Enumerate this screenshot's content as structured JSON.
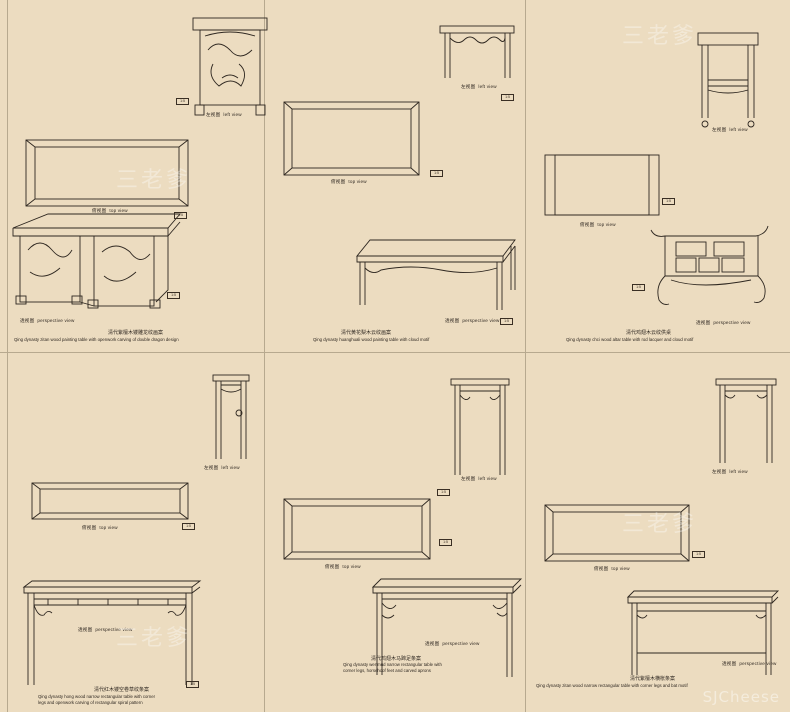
{
  "watermark": "三老爹",
  "brand": "SJCheese",
  "panels": [
    {
      "left_view_cn": "左视图",
      "left_view_en": "left view",
      "top_view_cn": "俯视图",
      "top_view_en": "top view",
      "persp_cn": "透视图",
      "persp_en": "perspective view",
      "caption_cn": "清代紫檀木镂雕龙纹画案",
      "caption_en": "Qing dynasty zitan wood painting table with openwork carving of double dragon design"
    },
    {
      "left_view_cn": "左视图",
      "left_view_en": "left view",
      "top_view_cn": "俯视图",
      "top_view_en": "top view",
      "persp_cn": "透视图",
      "persp_en": "perspective view",
      "caption_cn": "清代黄花梨木云纹画案",
      "caption_en": "Qing dynasty huanghuali wood painting table with cloud motif"
    },
    {
      "left_view_cn": "左视图",
      "left_view_en": "left view",
      "top_view_cn": "俯视图",
      "top_view_en": "top view",
      "persp_cn": "透视图",
      "persp_en": "perspective view",
      "caption_cn": "清代鸡翅木云纹供桌",
      "caption_en": "Qing dynasty chci wood altar table with rod lacquer and cloud motif"
    },
    {
      "left_view_cn": "左视图",
      "left_view_en": "left view",
      "top_view_cn": "俯视图",
      "top_view_en": "top view",
      "persp_cn": "透视图",
      "persp_en": "perspective view",
      "caption_cn": "清代红木镂空卷草纹条案",
      "caption_en": "Qing dynasty hong wood narrow rectangular table with corner",
      "caption_en2": "legs and openwork carving of rectangular spiral pattern"
    },
    {
      "left_view_cn": "左视图",
      "left_view_en": "left view",
      "top_view_cn": "俯视图",
      "top_view_en": "top view",
      "persp_cn": "透视图",
      "persp_en": "perspective view",
      "caption_cn": "清代鸡翅木马蹄足条案",
      "caption_en": "Qing dynasty wenmud narrow rectangular table with",
      "caption_en2": "corner legs, horsehoof feet and carved aprons"
    },
    {
      "left_view_cn": "左视图",
      "left_view_en": "left view",
      "top_view_cn": "俯视图",
      "top_view_en": "top view",
      "persp_cn": "透视图",
      "persp_en": "perspective view",
      "caption_cn": "清代紫檀木横枨条案",
      "caption_en": "Qing dynasty zitan wood narrow rectangular table with corner legs and bat motif"
    }
  ]
}
